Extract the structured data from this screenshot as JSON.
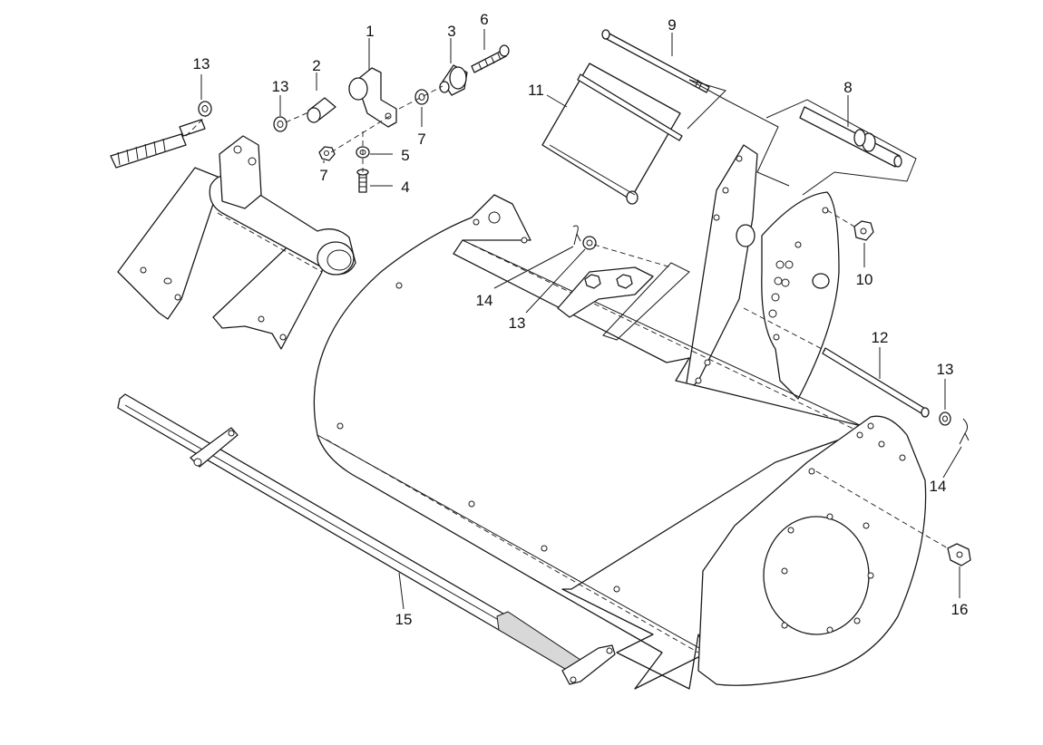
{
  "callouts": [
    {
      "label": "1"
    },
    {
      "label": "2"
    },
    {
      "label": "3"
    },
    {
      "label": "4"
    },
    {
      "label": "5"
    },
    {
      "label": "6"
    },
    {
      "label": "7"
    },
    {
      "label": "7"
    },
    {
      "label": "8"
    },
    {
      "label": "9"
    },
    {
      "label": "10"
    },
    {
      "label": "11"
    },
    {
      "label": "12"
    },
    {
      "label": "13"
    },
    {
      "label": "13"
    },
    {
      "label": "13"
    },
    {
      "label": "13"
    },
    {
      "label": "14"
    },
    {
      "label": "14"
    },
    {
      "label": "15"
    },
    {
      "label": "16"
    }
  ]
}
